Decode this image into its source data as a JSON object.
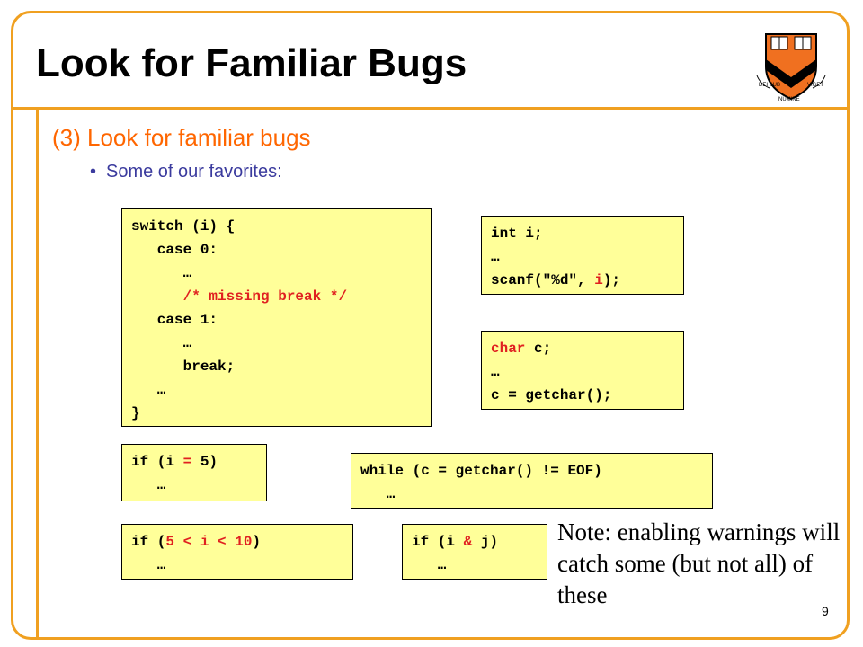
{
  "slide": {
    "title": "Look for Familiar Bugs",
    "subheading": "(3) Look for familiar bugs",
    "bullet": "Some of our favorites:",
    "note": "Note: enabling warnings will catch some (but not all) of these",
    "page_number": "9"
  },
  "logo": {
    "motto_top": "DEI SUB",
    "motto_mid": "NUMINE",
    "motto_right": "VIGET"
  },
  "code": {
    "switch": {
      "l1": "switch (i) {",
      "l2": "   case 0:",
      "l3": "      …",
      "l4": "      /* missing break */",
      "l5": "   case 1:",
      "l6": "      …",
      "l7": "      break;",
      "l8": "   …",
      "l9": "}"
    },
    "scanf": {
      "l1": "int i;",
      "l2": "…",
      "l3a": "scanf(\"%d\", ",
      "l3b": "i",
      "l3c": ");"
    },
    "getchar": {
      "l1a": "char",
      "l1b": " c;",
      "l2": "…",
      "l3": "c = getchar();"
    },
    "assign": {
      "l1a": "if (i ",
      "l1b": "=",
      "l1c": " 5)",
      "l2": "   …"
    },
    "while": {
      "l1": "while (c = getchar() != EOF)",
      "l2": "   …"
    },
    "range": {
      "l1a": "if (",
      "l1b": "5 < i < 10",
      "l1c": ")",
      "l2": "   …"
    },
    "bitand": {
      "l1a": "if (i ",
      "l1b": "&",
      "l1c": " j)",
      "l2": "   …"
    }
  },
  "colors": {
    "accent": "#f0a020",
    "subheading": "#ff6600",
    "bullet": "#3b3b9e",
    "code_bg": "#ffff99",
    "code_highlight": "#e02020"
  }
}
